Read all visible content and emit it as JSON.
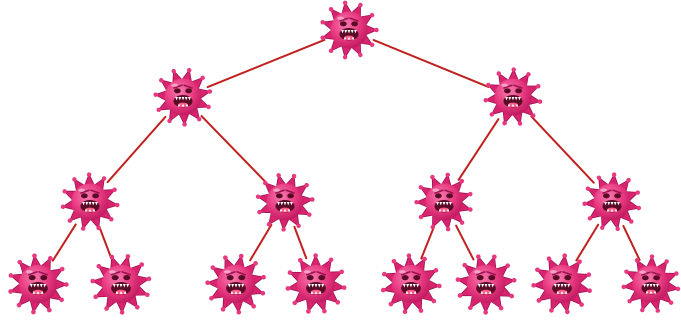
{
  "diagram": {
    "type": "binary-tree",
    "levels": 4,
    "node_icon": "pink-spiky-virus-monster-icon",
    "colors": {
      "node_fill": "#e8397f",
      "node_spike": "#d9236f",
      "node_highlight": "#f57ab0",
      "node_outline": "#9c1352",
      "edge": "#c0211f",
      "mouth": "#5a0b26",
      "teeth": "#ffffff",
      "tongue": "#ff5c8a"
    },
    "nodes": [
      {
        "id": "n0",
        "level": 0
      },
      {
        "id": "n1",
        "level": 1,
        "parent": "n0"
      },
      {
        "id": "n2",
        "level": 1,
        "parent": "n0"
      },
      {
        "id": "n3",
        "level": 2,
        "parent": "n1"
      },
      {
        "id": "n4",
        "level": 2,
        "parent": "n1"
      },
      {
        "id": "n5",
        "level": 2,
        "parent": "n2"
      },
      {
        "id": "n6",
        "level": 2,
        "parent": "n2"
      },
      {
        "id": "n7",
        "level": 3,
        "parent": "n3"
      },
      {
        "id": "n8",
        "level": 3,
        "parent": "n3"
      },
      {
        "id": "n9",
        "level": 3,
        "parent": "n4"
      },
      {
        "id": "n10",
        "level": 3,
        "parent": "n4"
      },
      {
        "id": "n11",
        "level": 3,
        "parent": "n5"
      },
      {
        "id": "n12",
        "level": 3,
        "parent": "n5"
      },
      {
        "id": "n13",
        "level": 3,
        "parent": "n6"
      },
      {
        "id": "n14",
        "level": 3,
        "parent": "n6"
      }
    ]
  }
}
